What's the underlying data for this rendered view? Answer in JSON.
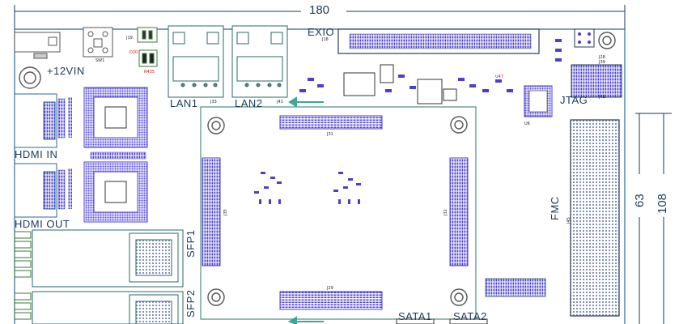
{
  "dimensions": {
    "width_label": "180",
    "height_label_1": "63",
    "height_label_2": "108"
  },
  "connectors": {
    "exio": "EXIO",
    "lan1": "LAN1",
    "lan2": "LAN2",
    "power": "+12VIN",
    "hdmi_in": "HDMI IN",
    "hdmi_out": "HDMI OUT",
    "sfp1": "SFP1",
    "sfp2": "SFP2",
    "jtag": "JTAG",
    "fmc": "FMC",
    "sata1": "SATA1",
    "sata2": "SATA2"
  },
  "refdes": {
    "j31": "J31",
    "j29": "J29",
    "j35": "J35",
    "j32": "J32",
    "j33": "J33",
    "j41": "J41",
    "j18": "J18",
    "j19": "J19",
    "j42": "J42",
    "j45": "J45",
    "u47": "U47",
    "sw1": "SW1",
    "r435": "R435",
    "d20": "D20",
    "u6": "U6",
    "j28": "J28",
    "j39": "J39"
  },
  "colors": {
    "pcb_outline": "#2a6a9a",
    "silkscreen": "#1a3a5a",
    "pads_blue": "#4a3fd0",
    "component_red": "#d4111e",
    "teal_arrow": "#3aa89a",
    "hatch": "#6b7fb3"
  }
}
